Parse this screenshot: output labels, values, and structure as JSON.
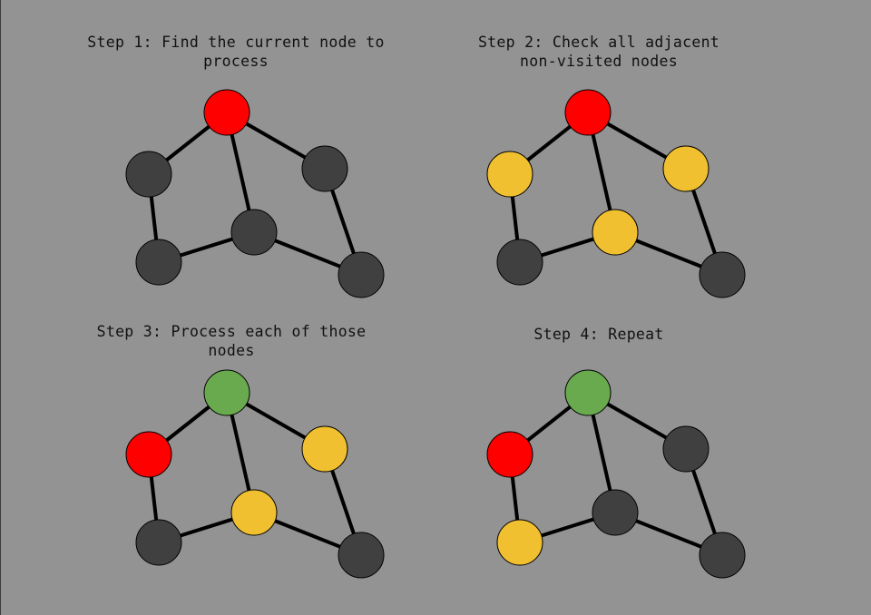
{
  "colors": {
    "background": "#939393",
    "current": "#fe0000",
    "adjacent": "#f0c030",
    "processed": "#6aaa4f",
    "unvisited": "#404040",
    "edge": "#000000"
  },
  "steps": [
    {
      "title_line1": "Step 1: Find the current node to",
      "title_line2": "process",
      "node_states": [
        "current",
        "unvisited",
        "unvisited",
        "unvisited",
        "unvisited",
        "unvisited"
      ]
    },
    {
      "title_line1": "Step 2: Check all adjacent",
      "title_line2": "non-visited nodes",
      "node_states": [
        "current",
        "adjacent",
        "adjacent",
        "adjacent",
        "unvisited",
        "unvisited"
      ]
    },
    {
      "title_line1": "Step 3: Process each of those",
      "title_line2": "nodes",
      "node_states": [
        "processed",
        "current",
        "adjacent",
        "adjacent",
        "unvisited",
        "unvisited"
      ]
    },
    {
      "title_line1": "Step 4: Repeat",
      "title_line2": "",
      "node_states": [
        "processed",
        "current",
        "unvisited",
        "unvisited",
        "adjacent",
        "unvisited"
      ]
    }
  ],
  "graph": {
    "nodes": [
      "top",
      "left",
      "right",
      "center",
      "bottom-left",
      "bottom-right"
    ],
    "edges": [
      [
        "top",
        "left"
      ],
      [
        "top",
        "right"
      ],
      [
        "top",
        "center"
      ],
      [
        "left",
        "bottom-left"
      ],
      [
        "bottom-left",
        "center"
      ],
      [
        "center",
        "bottom-right"
      ],
      [
        "right",
        "bottom-right"
      ]
    ]
  }
}
